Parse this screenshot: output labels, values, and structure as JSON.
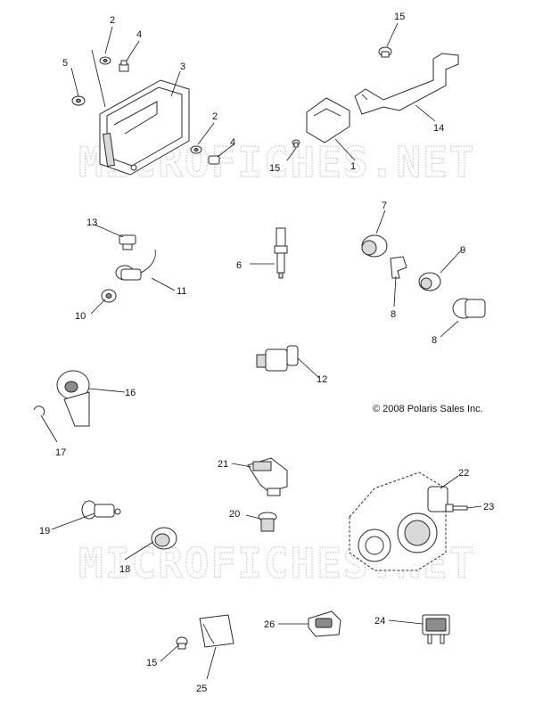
{
  "watermark": "MICROFICHES.NET",
  "copyright": "© 2008 Polaris Sales Inc.",
  "callouts": [
    "2",
    "4",
    "5",
    "3",
    "2",
    "4",
    "15",
    "14",
    "15",
    "1",
    "7",
    "9",
    "13",
    "6",
    "11",
    "10",
    "8",
    "8",
    "12",
    "16",
    "17",
    "21",
    "22",
    "20",
    "23",
    "19",
    "18",
    "26",
    "24",
    "15",
    "25"
  ]
}
